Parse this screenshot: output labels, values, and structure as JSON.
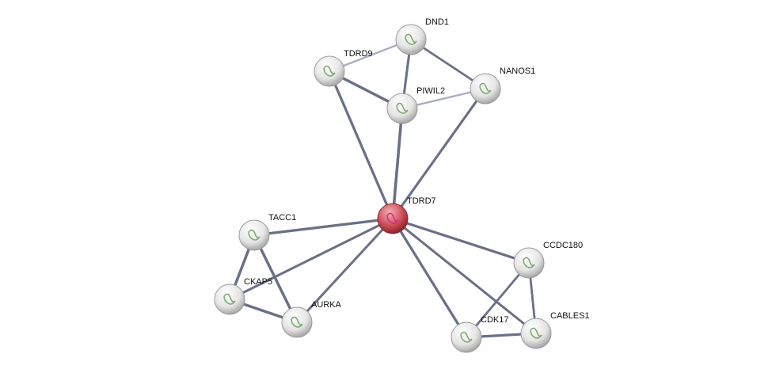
{
  "network": {
    "nodes": [
      {
        "id": "DND1",
        "label": "DND1",
        "query": false
      },
      {
        "id": "TDRD9",
        "label": "TDRD9",
        "query": false
      },
      {
        "id": "NANOS1",
        "label": "NANOS1",
        "query": false
      },
      {
        "id": "PIWIL2",
        "label": "PIWIL2",
        "query": false
      },
      {
        "id": "TDRD7",
        "label": "TDRD7",
        "query": true
      },
      {
        "id": "TACC1",
        "label": "TACC1",
        "query": false
      },
      {
        "id": "CCDC180",
        "label": "CCDC180",
        "query": false
      },
      {
        "id": "CKAP5",
        "label": "CKAP5",
        "query": false
      },
      {
        "id": "AURKA",
        "label": "AURKA",
        "query": false
      },
      {
        "id": "CDK17",
        "label": "CDK17",
        "query": false
      },
      {
        "id": "CABLES1",
        "label": "CABLES1",
        "query": false
      }
    ],
    "edges": [
      {
        "source": "TDRD9",
        "target": "DND1",
        "confidence": 0.4
      },
      {
        "source": "DND1",
        "target": "NANOS1",
        "confidence": 0.6
      },
      {
        "source": "DND1",
        "target": "PIWIL2",
        "confidence": 0.7
      },
      {
        "source": "TDRD9",
        "target": "PIWIL2",
        "confidence": 0.9
      },
      {
        "source": "PIWIL2",
        "target": "NANOS1",
        "confidence": 0.4
      },
      {
        "source": "TDRD9",
        "target": "TDRD7",
        "confidence": 0.8
      },
      {
        "source": "PIWIL2",
        "target": "TDRD7",
        "confidence": 0.95
      },
      {
        "source": "NANOS1",
        "target": "TDRD7",
        "confidence": 0.75
      },
      {
        "source": "TACC1",
        "target": "TDRD7",
        "confidence": 0.8
      },
      {
        "source": "CKAP5",
        "target": "TDRD7",
        "confidence": 0.7
      },
      {
        "source": "AURKA",
        "target": "TDRD7",
        "confidence": 0.7
      },
      {
        "source": "TDRD7",
        "target": "CCDC180",
        "confidence": 0.8
      },
      {
        "source": "TDRD7",
        "target": "CDK17",
        "confidence": 0.8
      },
      {
        "source": "TDRD7",
        "target": "CABLES1",
        "confidence": 0.7
      },
      {
        "source": "TACC1",
        "target": "CKAP5",
        "confidence": 0.9
      },
      {
        "source": "TACC1",
        "target": "AURKA",
        "confidence": 0.9
      },
      {
        "source": "CKAP5",
        "target": "AURKA",
        "confidence": 0.9
      },
      {
        "source": "CCDC180",
        "target": "CDK17",
        "confidence": 0.6
      },
      {
        "source": "CCDC180",
        "target": "CABLES1",
        "confidence": 0.6
      },
      {
        "source": "CDK17",
        "target": "CABLES1",
        "confidence": 0.8
      }
    ]
  },
  "colors": {
    "edge": "#6b7088",
    "edge_light": "#a9adc0",
    "node": "#e8e8e8",
    "query_node": "#c9444e"
  }
}
